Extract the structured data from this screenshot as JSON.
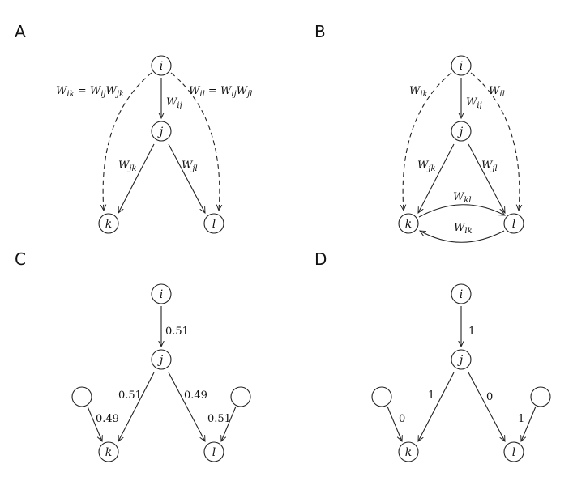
{
  "panels": {
    "A": {
      "label": "A",
      "nodes": {
        "i": "i",
        "j": "j",
        "k": "k",
        "l": "l"
      },
      "edges": {
        "ij": {
          "main": "W",
          "sub": "ij"
        },
        "jk": {
          "main": "W",
          "sub": "jk"
        },
        "jl": {
          "main": "W",
          "sub": "jl"
        },
        "ik_eq": {
          "lhs": "W",
          "lhs_sub": "ik",
          "eq": " = ",
          "r1": "W",
          "r1_sub": "ij",
          "r2": "W",
          "r2_sub": "jk"
        },
        "il_eq": {
          "lhs": "W",
          "lhs_sub": "il",
          "eq": " = ",
          "r1": "W",
          "r1_sub": "ij",
          "r2": "W",
          "r2_sub": "jl"
        }
      }
    },
    "B": {
      "label": "B",
      "nodes": {
        "i": "i",
        "j": "j",
        "k": "k",
        "l": "l"
      },
      "edges": {
        "ij": {
          "main": "W",
          "sub": "ij"
        },
        "ik": {
          "main": "W",
          "sub": "ik"
        },
        "il": {
          "main": "W",
          "sub": "il"
        },
        "jk": {
          "main": "W",
          "sub": "jk"
        },
        "jl": {
          "main": "W",
          "sub": "jl"
        },
        "kl": {
          "main": "W",
          "sub": "kl"
        },
        "lk": {
          "main": "W",
          "sub": "lk"
        }
      }
    },
    "C": {
      "label": "C",
      "nodes": {
        "i": "i",
        "j": "j",
        "k": "k",
        "l": "l"
      },
      "edges": {
        "ij": "0.51",
        "jk": "0.51",
        "jl": "0.49",
        "xk": "0.49",
        "yl": "0.51"
      }
    },
    "D": {
      "label": "D",
      "nodes": {
        "i": "i",
        "j": "j",
        "k": "k",
        "l": "l"
      },
      "edges": {
        "ij": "1",
        "jk": "1",
        "jl": "0",
        "xk": "0",
        "yl": "1"
      }
    }
  }
}
